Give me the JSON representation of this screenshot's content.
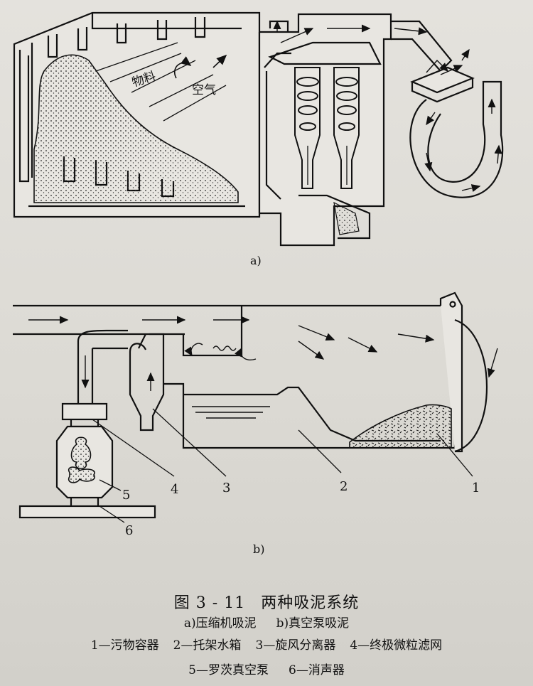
{
  "figure_a": {
    "label": "a)",
    "material_label": "物料",
    "air_label": "空气"
  },
  "figure_b": {
    "label": "b)",
    "part_numbers": [
      "1",
      "2",
      "3",
      "4",
      "5",
      "6"
    ]
  },
  "caption": {
    "figure_number": "图 3 - 11",
    "title": "两种吸泥系统",
    "sub_a": "a)压缩机吸泥",
    "sub_b": "b)真空泵吸泥",
    "legend": [
      "1—污物容器",
      "2—托架水箱",
      "3—旋风分离器",
      "4—终极微粒滤网",
      "5—罗茨真空泵",
      "6—消声器"
    ]
  }
}
